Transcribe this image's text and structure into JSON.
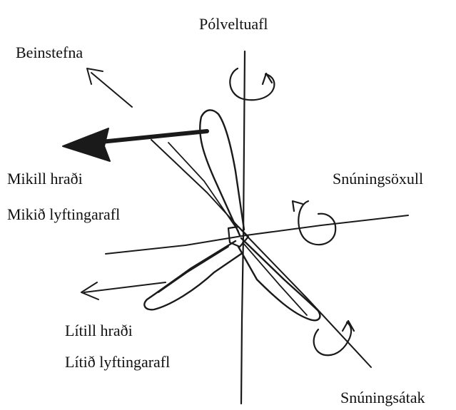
{
  "diagram": {
    "labels": {
      "polveltuafl": "Pólveltuafl",
      "beinstefna": "Beinstefna",
      "mikill_hradi": "Mikill hraði",
      "mikid_lyftingarafl": "Mikið lyftingarafl",
      "snuningsoxull": "Snúningsöxull",
      "litill_hradi": "Lítill hraði",
      "litid_lyftingarafl": "Lítið lyftingarafl",
      "snuningsatak": "Snúningsátak"
    },
    "colors": {
      "ink": "#1a1a1a",
      "background": "#ffffff"
    }
  }
}
